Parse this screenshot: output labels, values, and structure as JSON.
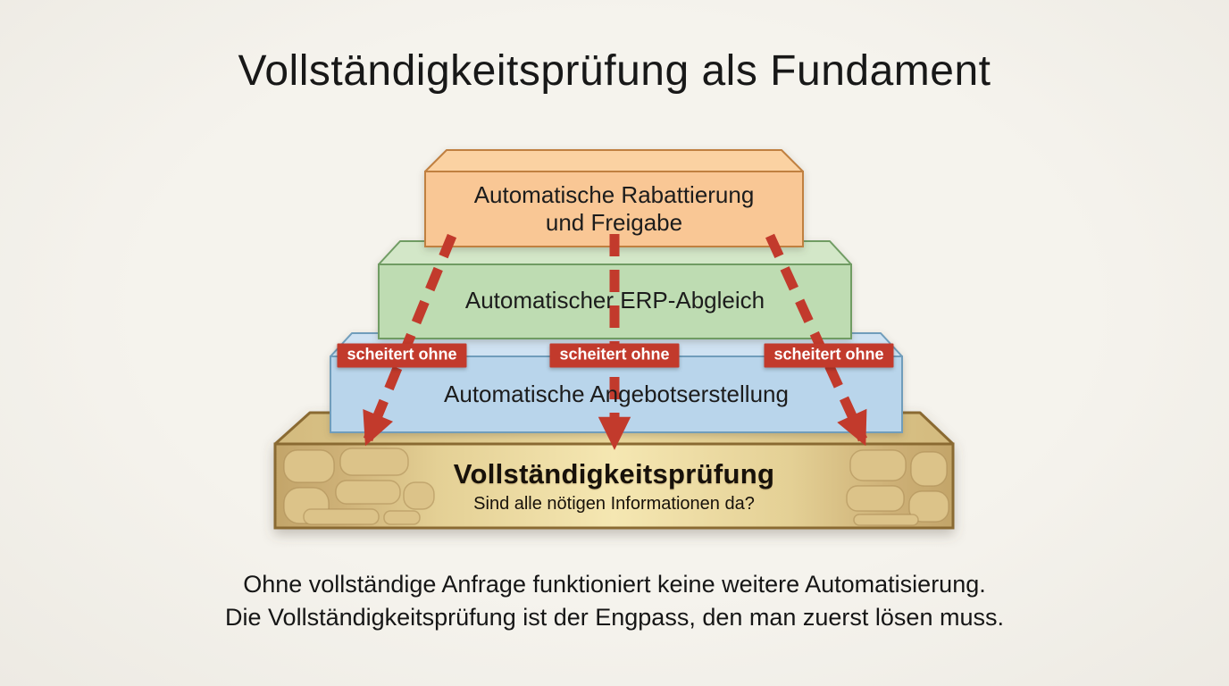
{
  "title": "Vollständigkeitsprüfung als Fundament",
  "pyramid": {
    "layers": {
      "top": {
        "line1": "Automatische Rabattierung",
        "line2": "und Freigabe"
      },
      "middle": {
        "label": "Automatischer ERP-Abgleich"
      },
      "lower": {
        "label": "Automatische Angebotserstellung"
      }
    },
    "foundation": {
      "title": "Vollständigkeitsprüfung",
      "subtitle": "Sind alle nötigen Informationen da?"
    },
    "fail_labels": [
      {
        "text": "scheitert ohne"
      },
      {
        "text": "scheitert ohne"
      },
      {
        "text": "scheitert ohne"
      }
    ]
  },
  "footer": {
    "line1": "Ohne vollständige Anfrage funktioniert keine weitere Automatisierung.",
    "line2": "Die Vollständigkeitsprüfung ist der Engpass, den man zuerst lösen muss."
  },
  "colors": {
    "background": "#f2f0ea",
    "layer_top_fill": "#f9c795",
    "layer_top_stroke": "#c0803f",
    "layer_middle_fill": "#bedcb2",
    "layer_middle_stroke": "#709c64",
    "layer_lower_fill": "#b9d5eb",
    "layer_lower_stroke": "#6f9dbb",
    "foundation_gold_light": "#f5e7b2",
    "foundation_gold_dark": "#c3a56a",
    "foundation_stroke": "#8a6a33",
    "arrow_red": "#c23a2c",
    "text": "#1c1c1c"
  }
}
